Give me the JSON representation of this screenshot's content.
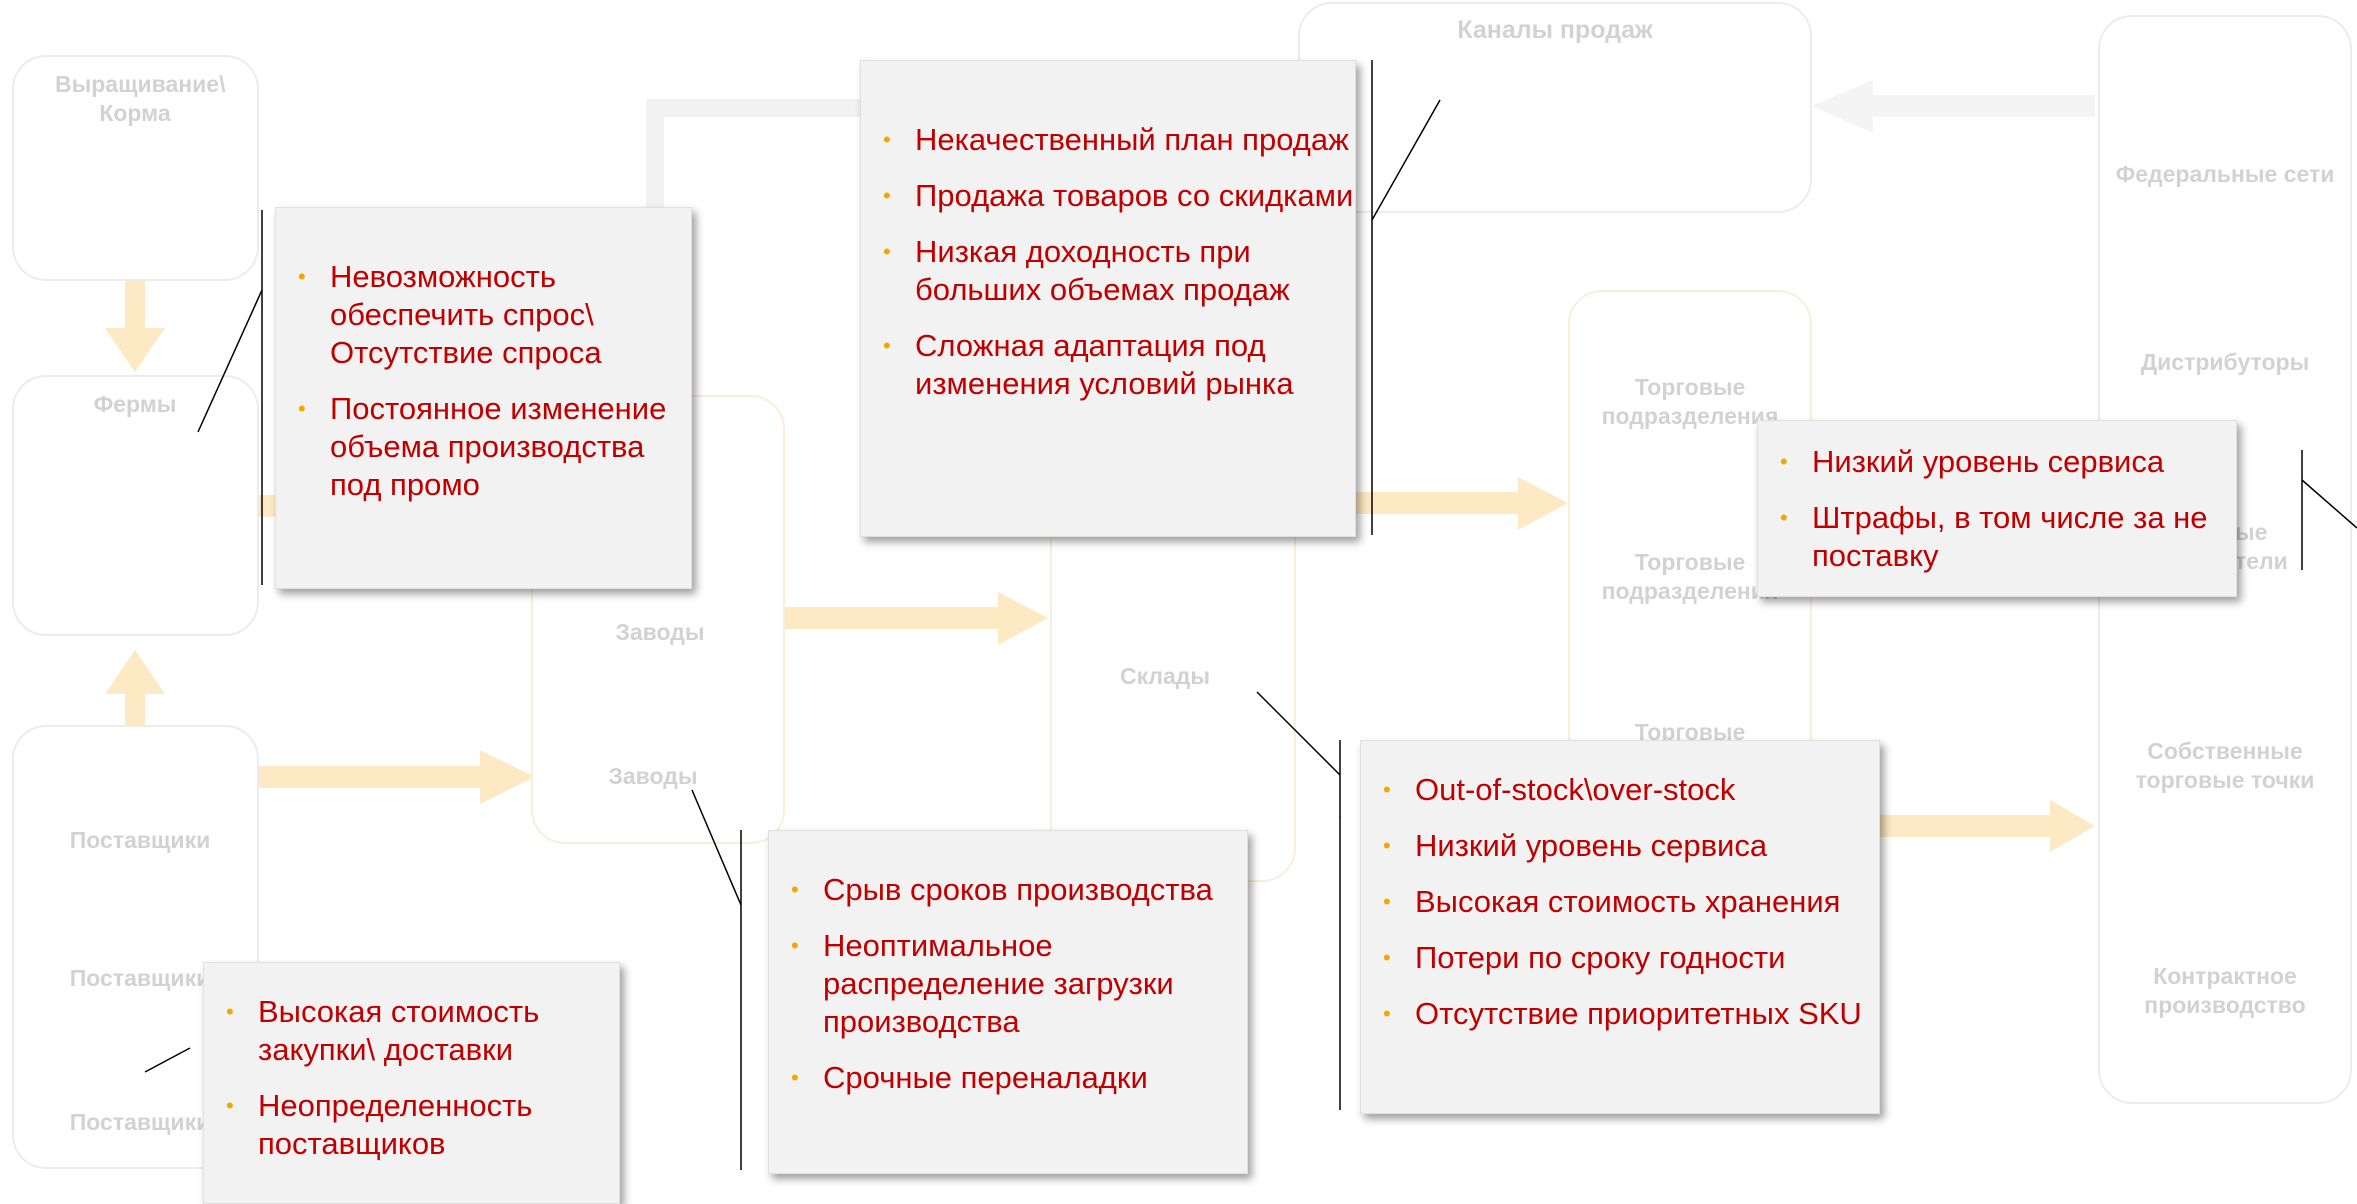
{
  "background": {
    "top_channel_title": "Каналы продаж",
    "farming_label": "Выращивание\\ Корма",
    "farms_label": "Фермы",
    "suppliers_labels": [
      "Поставщики",
      "Поставщики",
      "Поставщики"
    ],
    "plants_labels": [
      "Заводы",
      "Заводы"
    ],
    "warehouses_label": "Склады",
    "trade_divisions_labels": [
      "Торговые подразделения",
      "Торговые подразделения",
      "Торговые"
    ],
    "customers_labels": [
      "Федеральные сети",
      "Дистрибуторы",
      "ые тели",
      "Собственные торговые точки",
      "Контрактное производство"
    ]
  },
  "callouts": {
    "farms": [
      "Невозможность обеспечить спрос\\ Отсутствие спроса",
      "Постоянное изменение объема производства под промо"
    ],
    "sales": [
      "Некачественный план продаж",
      "Продажа товаров со скидками",
      "Низкая доходность при больших объемах продаж",
      "Сложная адаптация под изменения условий рынка"
    ],
    "customers": [
      "Низкий уровень сервиса",
      "Штрафы, в том числе за не поставку"
    ],
    "suppliers": [
      "Высокая стоимость закупки\\ доставки",
      "Неопределенность поставщиков"
    ],
    "production": [
      "Срыв сроков производства",
      "Неоптимальное распределение загрузки производства",
      "Срочные переналадки"
    ],
    "warehouse": [
      "Out-of-stock\\over-stock",
      "Низкий уровень сервиса",
      "Высокая стоимость хранения",
      "Потери по сроку годности",
      "Отсутствие приоритетных SKU"
    ]
  },
  "colors": {
    "callout_text": "#c00000",
    "bullet": "#f0a800",
    "callout_bg": "#f2f2f2",
    "arrow": "#fde9c4",
    "faded_text": "#d2d2d2"
  }
}
